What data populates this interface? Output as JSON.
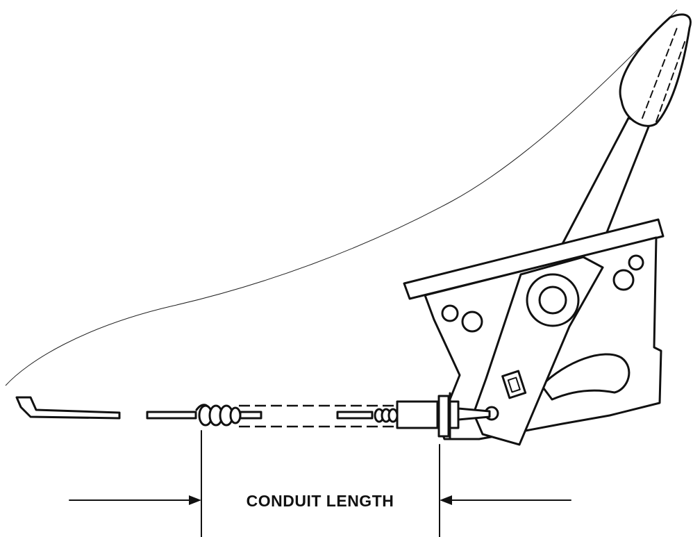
{
  "diagram": {
    "labels": {
      "conduit_length": "CONDUIT LENGTH"
    },
    "elements": [
      "parking-brake-lever",
      "lever-handle-grip",
      "mounting-bracket",
      "brake-cable",
      "cable-conduit",
      "conduit-end-fitting",
      "cable-end-hook",
      "dimension-arrows"
    ]
  }
}
